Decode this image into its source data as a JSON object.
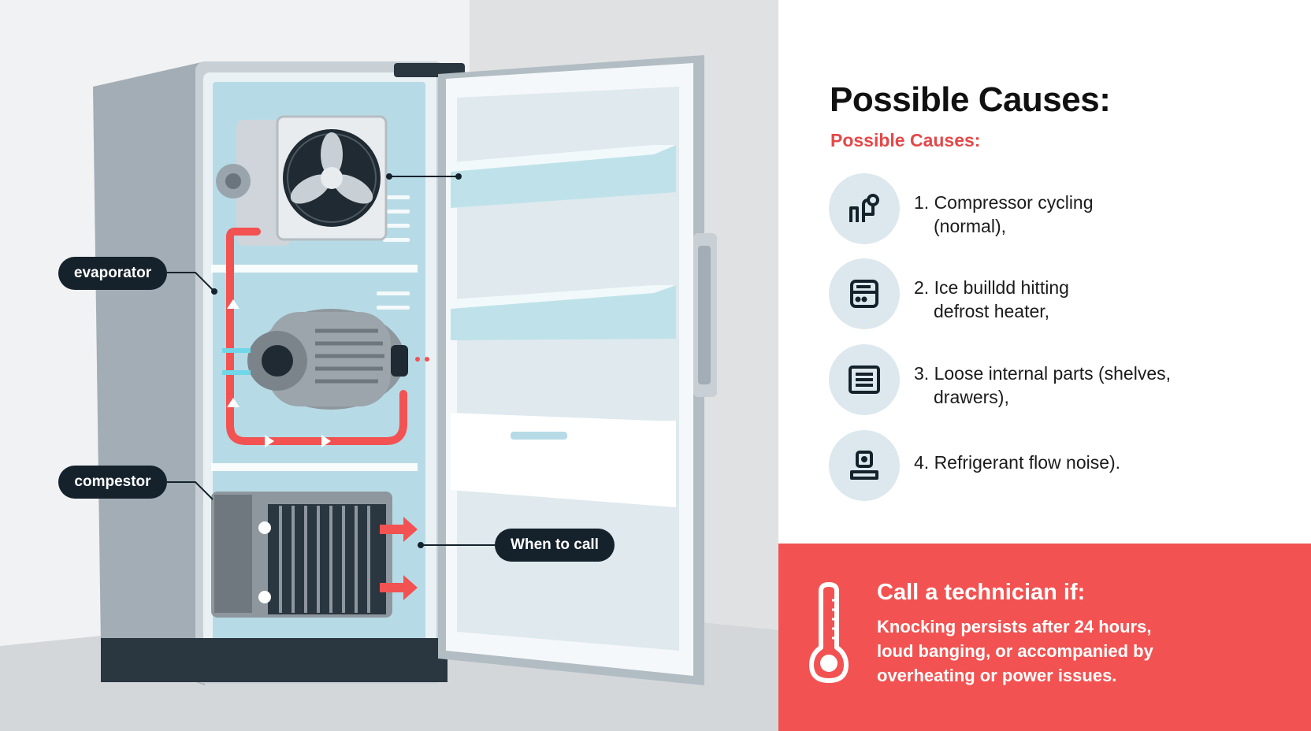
{
  "diagram": {
    "callouts": {
      "evaporator": "evaporator",
      "compressor": "compestor",
      "when_to_call": "When to call"
    }
  },
  "panel": {
    "title": "Possible Causes:",
    "subtitle": "Possible Causes:",
    "causes": [
      {
        "line1": "1. Compressor cycling",
        "line2": "(normal),",
        "icon": "pipe-valve-icon"
      },
      {
        "line1": "2. Ice builldd hitting",
        "line2": "defrost heater,",
        "icon": "heater-unit-icon"
      },
      {
        "line1": "3. Loose internal parts (shelves,",
        "line2": "drawers),",
        "icon": "drawer-shelf-icon"
      },
      {
        "line1": "4. Refrigerant flow noise).",
        "line2": "",
        "icon": "refrigerant-unit-icon"
      }
    ]
  },
  "alert": {
    "title": "Call a technician if:",
    "lines": [
      "Knocking persists after 24 hours,",
      "loud banging, or accompanied by",
      "overheating or power issues."
    ],
    "icon": "thermometer-icon"
  },
  "colors": {
    "accent_red": "#f25251",
    "subtitle_red": "#e44848",
    "callout_dark": "#15222c",
    "icon_bg": "#dde8ee"
  }
}
